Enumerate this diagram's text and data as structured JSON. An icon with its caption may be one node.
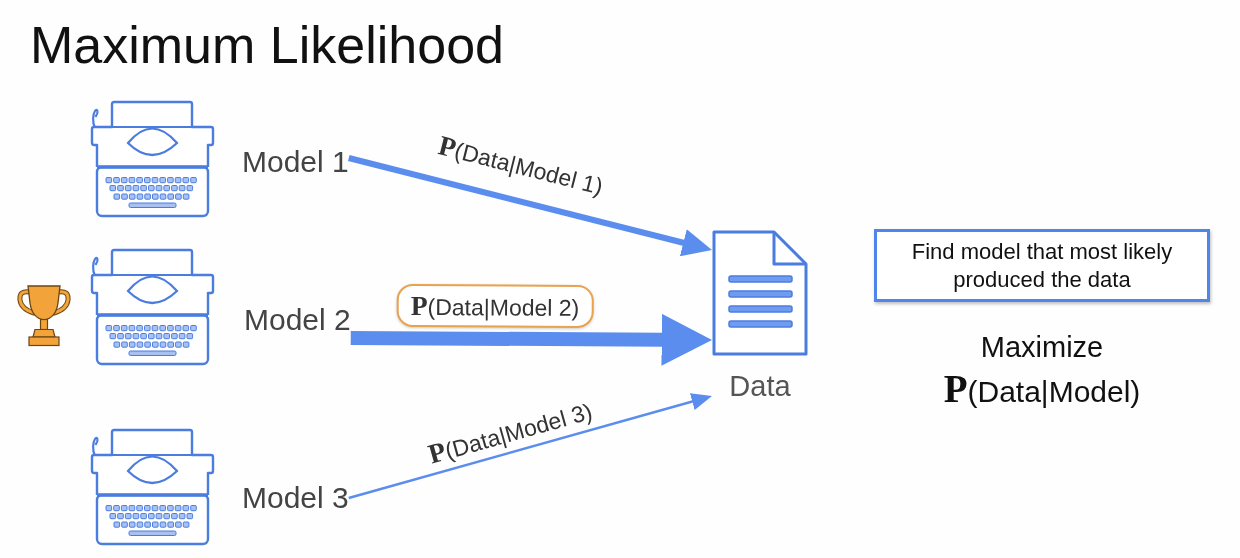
{
  "diagram": {
    "title": "Maximum Likelihood",
    "nodes": [
      {
        "text": [
          "Model 1"
        ]
      },
      {
        "text": [
          "Model 2"
        ]
      },
      {
        "text": [
          "Model 3"
        ]
      },
      {
        "text": [
          "Data"
        ]
      },
      {
        "text": [
          "Find model that most likely produced the data"
        ]
      }
    ],
    "edges": [
      {
        "from": 0,
        "to": 3,
        "arrow": "to",
        "label": "**P**(Data|Model 1)"
      },
      {
        "from": 1,
        "to": 3,
        "arrow": "to",
        "label": "**P**(Data|Model 2)",
        "style": "thick"
      },
      {
        "from": 2,
        "to": 3,
        "arrow": "to",
        "label": "**P**(Data|Model 3)"
      }
    ],
    "labels": [
      "Maximize",
      "**P**(Data|Model)"
    ]
  }
}
